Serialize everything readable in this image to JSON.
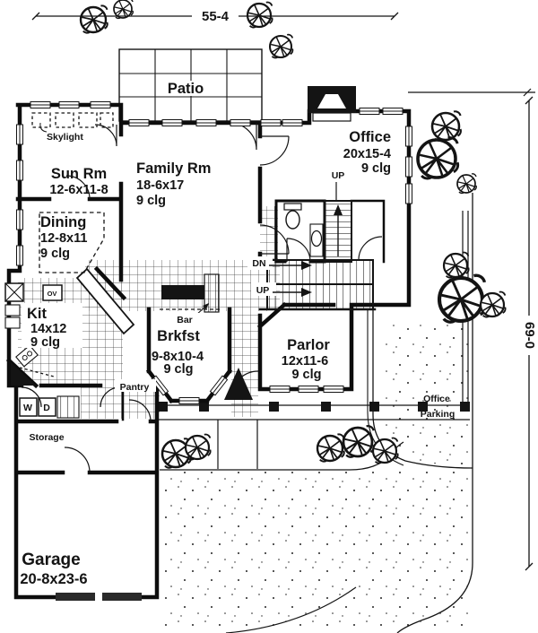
{
  "dimensions": {
    "width": "55-4",
    "height": "69-0"
  },
  "rooms": {
    "patio": {
      "name": "Patio"
    },
    "sun": {
      "name": "Sun Rm",
      "size": "12-6x11-8"
    },
    "family": {
      "name": "Family Rm",
      "size": "18-6x17",
      "ceiling": "9 clg"
    },
    "office": {
      "name": "Office",
      "size": "20x15-4",
      "ceiling": "9 clg"
    },
    "dining": {
      "name": "Dining",
      "size": "12-8x11",
      "ceiling": "9 clg"
    },
    "kitchen": {
      "name": "Kit",
      "size": "14x12",
      "ceiling": "9 clg"
    },
    "breakfast": {
      "name": "Brkfst",
      "size": "9-8x10-4",
      "ceiling": "9 clg"
    },
    "parlor": {
      "name": "Parlor",
      "size": "12x11-6",
      "ceiling": "9 clg"
    },
    "garage": {
      "name": "Garage",
      "size": "20-8x23-6"
    },
    "storage": {
      "name": "Storage"
    },
    "pantry": {
      "name": "Pantry"
    }
  },
  "labels": {
    "skylight": "Skylight",
    "bar": "Bar",
    "up": "UP",
    "dn": "DN",
    "washer": "W",
    "dryer": "D",
    "oven": "OV",
    "office_parking_line1": "Office",
    "office_parking_line2": "Parking"
  },
  "colors": {
    "ink": "#141414",
    "paper": "#ffffff"
  }
}
